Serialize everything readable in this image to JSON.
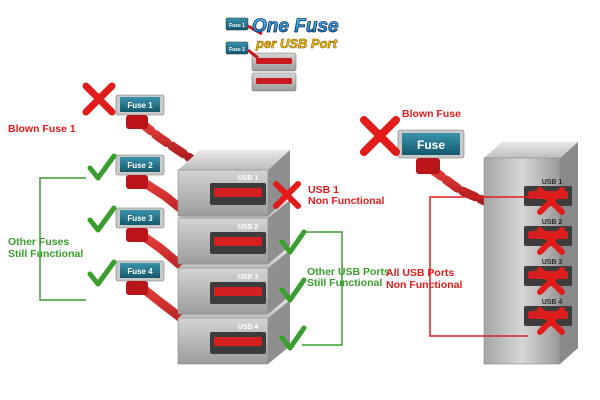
{
  "logo": {
    "line1": "One Fuse",
    "line2": "per USB Port",
    "mini_fuse_1": "Fuse 1",
    "mini_fuse_2": "Fuse 2"
  },
  "left": {
    "blown_fuse_label": "Blown Fuse 1",
    "other_fuses_label": [
      "Other Fuses",
      "Still Functional"
    ],
    "fuses": [
      "Fuse 1",
      "Fuse 2",
      "Fuse 3",
      "Fuse 4"
    ],
    "fuse_status": [
      "blown",
      "ok",
      "ok",
      "ok"
    ],
    "ports": [
      "USB 1",
      "USB 2",
      "USB 3",
      "USB 4"
    ],
    "port_status": [
      "fail",
      "ok",
      "ok",
      "ok"
    ],
    "usb1_label": [
      "USB 1",
      "Non Functional"
    ],
    "other_ports_label": [
      "Other USB Ports",
      "Still Functional"
    ]
  },
  "right": {
    "blown_fuse_label": "Blown Fuse",
    "fuse": "Fuse",
    "ports": [
      "USB 1",
      "USB 2",
      "USB 3",
      "USB 4"
    ],
    "all_ports_label": [
      "All USB Ports",
      "Non Functional"
    ]
  },
  "colors": {
    "red": "#e21b1b",
    "green": "#3a9e2e",
    "teal": "#1f6f86",
    "cable": "#c4161c",
    "metal": "#b9b9b9"
  }
}
